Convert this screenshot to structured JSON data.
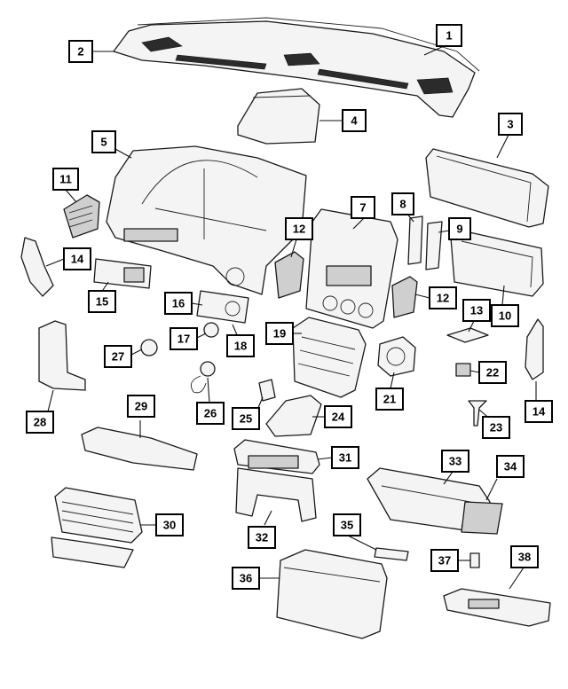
{
  "diagram": {
    "callouts": [
      "1",
      "2",
      "3",
      "4",
      "5",
      "7",
      "8",
      "9",
      "10",
      "11",
      "12",
      "12",
      "13",
      "14",
      "14",
      "15",
      "16",
      "17",
      "18",
      "19",
      "21",
      "22",
      "23",
      "24",
      "25",
      "26",
      "27",
      "28",
      "29",
      "30",
      "31",
      "32",
      "33",
      "34",
      "35",
      "36",
      "37",
      "38"
    ]
  }
}
